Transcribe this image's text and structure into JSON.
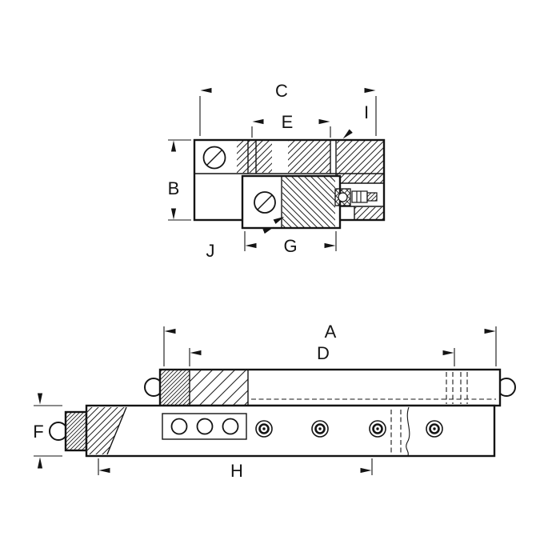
{
  "diagram": {
    "background_color": "#ffffff",
    "line_color": "#141414",
    "section_view": {
      "labels": {
        "c": "C",
        "e": "E",
        "i": "I",
        "b": "B",
        "g": "G",
        "j": "J"
      }
    },
    "side_view": {
      "labels": {
        "a": "A",
        "d": "D",
        "f": "F",
        "h": "H"
      }
    }
  }
}
